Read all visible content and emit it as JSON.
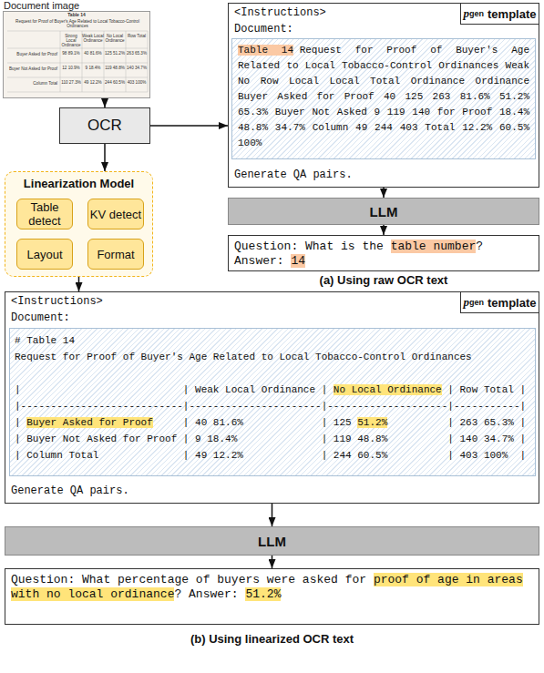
{
  "diagram": {
    "nodes": [
      {
        "text": [
          "Document image"
        ]
      },
      {
        "text": [
          "OCR"
        ]
      },
      {
        "text": [
          "Linearization Model"
        ]
      },
      {
        "text": [
          "Table detect"
        ],
        "in": 2
      },
      {
        "text": [
          "KV detect"
        ],
        "in": 2
      },
      {
        "text": [
          "Layout"
        ],
        "in": 2
      },
      {
        "text": [
          "Format"
        ],
        "in": 2
      },
      {
        "text": [
          "<Instructions>",
          "Document:",
          "Generate QA pairs."
        ]
      },
      {
        "text": [
          "p",
          "gen",
          "template"
        ],
        "in": 7
      },
      {
        "text": [
          "Table 14",
          "Request for Proof of Buyer's Age Related to Local Tobacco-Control Ordinances Weak No Row Local Local Total Ordinance Ordinance Buyer Asked for Proof 40 125 263 81.6% 51.2% 65.3% Buyer Not Asked 9 119 140 for Proof 18.4% 48.8% 34.7% Column 49 244 403 Total 12.2% 60.5% 100%"
        ],
        "in": 7
      },
      {
        "text": [
          "LLM"
        ]
      },
      {
        "text": [
          "Question: What is the",
          "table number",
          "?",
          "Answer:",
          "14"
        ]
      },
      {
        "text": [
          "<Instructions>",
          "Document:",
          "Generate QA pairs."
        ]
      },
      {
        "text": [
          "p",
          "gen",
          "template"
        ],
        "in": 12
      },
      {
        "text": [
          "# Table 14",
          "Request for Proof of Buyer's Age Related to Local Tobacco-Control Ordinances",
          "|                           | Weak Local Ordinance | ",
          "No Local Ordinance",
          " | Row Total |",
          "|---------------------------|----------------------|--------------------|-----------|",
          "| ",
          "Buyer Asked for Proof",
          "     | 40 81.6%             | 125 ",
          "51.2%",
          "          | 263 65.3% |",
          "| Buyer Not Asked for Proof | 9 18.4%              | 119 48.8%          | 140 34.7% |",
          "| Column Total              | 49 12.2%             | 244 60.5%          | 403 100%  |"
        ],
        "in": 12
      },
      {
        "text": [
          "LLM"
        ]
      },
      {
        "text": [
          "Question: What percentage of buyers were asked for",
          "proof of age in areas with no local ordinance",
          "? Answer:",
          "51.2%"
        ]
      }
    ],
    "edges": [
      {
        "from": 0,
        "to": 1,
        "arrow": "to"
      },
      {
        "from": 1,
        "to": 2,
        "arrow": "to"
      },
      {
        "from": 1,
        "to": 7,
        "arrow": "to"
      },
      {
        "from": 7,
        "to": 10,
        "arrow": "to"
      },
      {
        "from": 10,
        "to": 11,
        "arrow": "to"
      },
      {
        "from": 2,
        "to": 12,
        "arrow": "to"
      },
      {
        "from": 12,
        "to": 15,
        "arrow": "to"
      },
      {
        "from": 15,
        "to": 16,
        "arrow": "to"
      }
    ],
    "labels": [
      "Table 14",
      "Request for Proof of Buyer's Age Related to Local Tobacco-Control Ordinances",
      "Strong Local Ordinance",
      "Weak Local Ordinance",
      "No Local Ordinance",
      "Row Total",
      "Buyer Asked for Proof",
      "98 89.1%",
      "40 81.6%",
      "125 51.2%",
      "263 65.3%",
      "Buyer Not Asked for Proof",
      "12 10.9%",
      "9 18.4%",
      "119 48.8%",
      "140 34.7%",
      "Column Total",
      "110 27.3%",
      "49 12.2%",
      "244 60.5%",
      "403 100%",
      "(a) Using raw OCR text",
      "(b) Using linearized OCR text"
    ]
  }
}
